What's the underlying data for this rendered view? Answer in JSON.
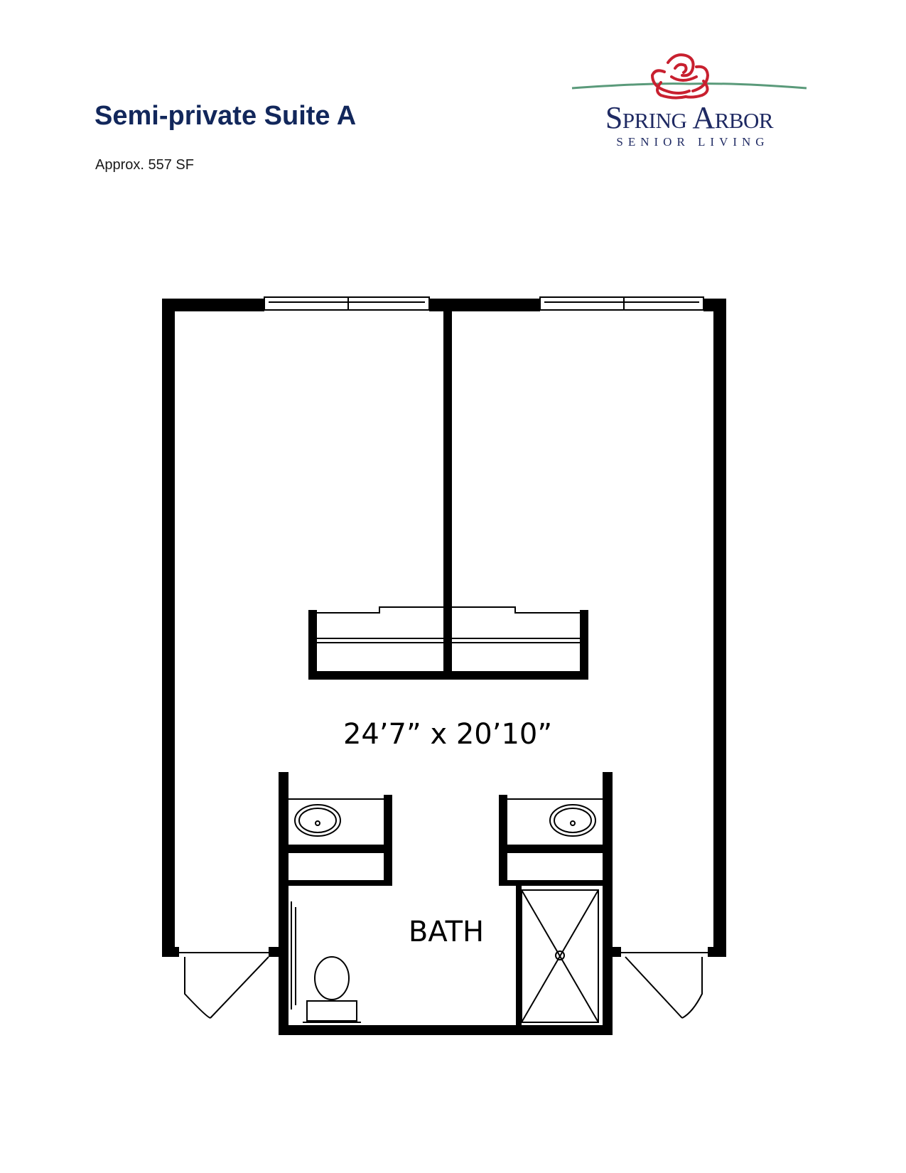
{
  "header": {
    "title": "Semi-private Suite A",
    "area": "Approx. 557 SF"
  },
  "logo": {
    "name": "Spring Arbor",
    "tagline": "SENIOR LIVING",
    "icon": "rose-icon",
    "colors": {
      "rose": "#c8202f",
      "text": "#1f2a63",
      "line": "#5a9a7a"
    }
  },
  "floorplan": {
    "dimensions": "24’7” x 20’10”",
    "rooms": [
      {
        "label": "BATH"
      }
    ]
  }
}
